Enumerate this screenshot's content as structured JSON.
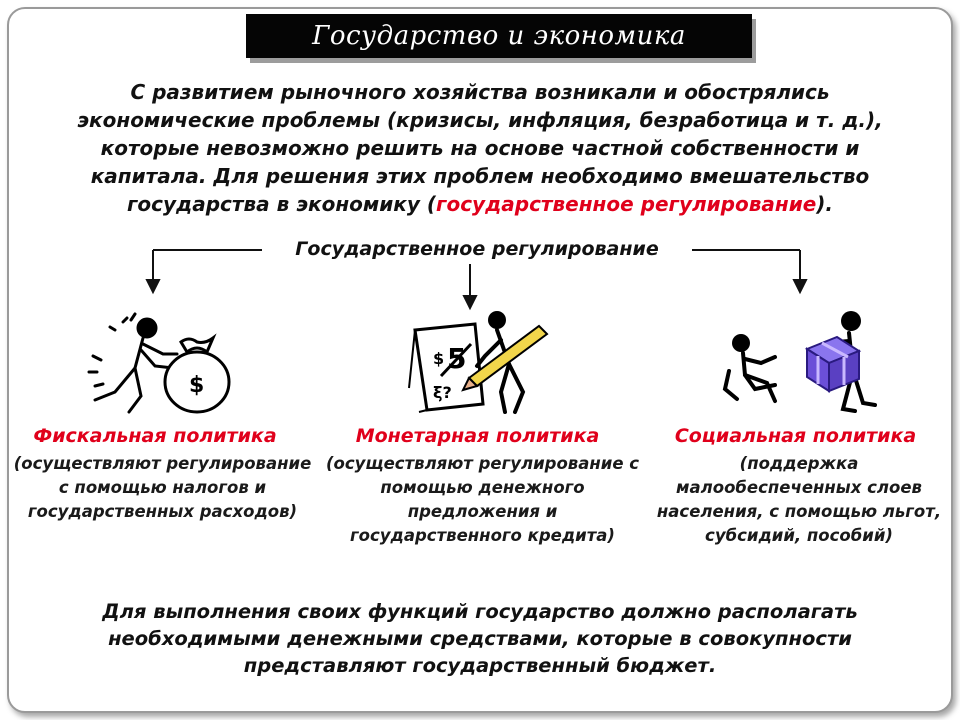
{
  "title": "Государство и экономика",
  "intro": {
    "text_before": "С развитием рыночного хозяйства возникали и обострялись экономические проблемы (кризисы, инфляция, безработица и т. д.), которые невозможно решить на основе частной собственности и капитала. Для решения этих проблем необходимо вмешательство государства в экономику (",
    "highlight": "государственное регулирование",
    "text_after": ")."
  },
  "branch_label": "Государственное регулирование",
  "policies": [
    {
      "title": "Фискальная политика",
      "desc": "(осуществляют регулирование с помощью налогов и государственных расходов)",
      "icon": "money-bag-icon"
    },
    {
      "title": "Монетарная политика",
      "desc": "(осуществляют регулирование с помощью денежного предложения и государственного кредита)",
      "icon": "pencil-drawing-icon"
    },
    {
      "title": "Социальная политика",
      "desc": "(поддержка малообеспеченных слоев населения, с помощью льгот, субсидий, пособий)",
      "icon": "gift-box-icon"
    }
  ],
  "conclusion": "Для выполнения своих функций государство должно располагать необходимыми денежными средствами, которые в совокупности представляют государственный бюджет.",
  "colors": {
    "accent": "#e0001b",
    "title_bg": "#050505",
    "box_purple": "#6b4fd8"
  }
}
